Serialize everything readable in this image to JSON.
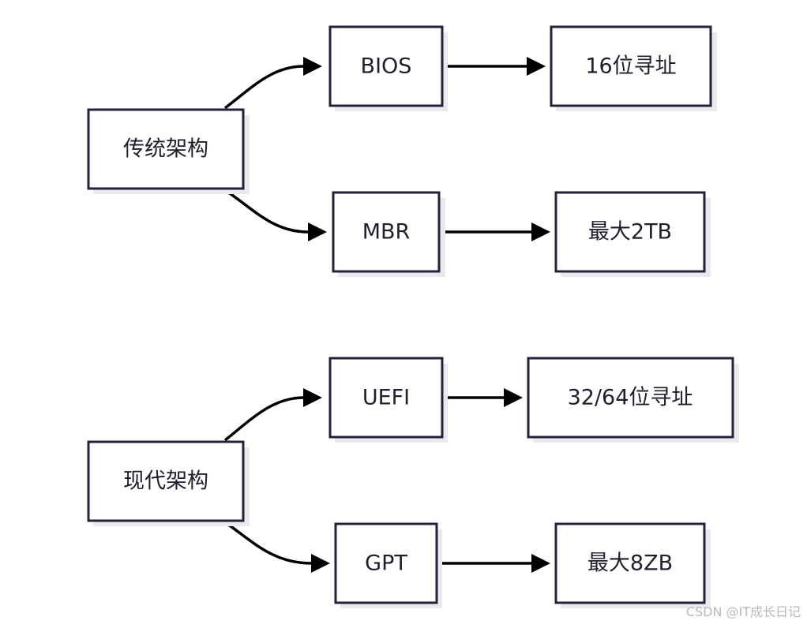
{
  "diagram": {
    "groups": [
      {
        "root": {
          "label": "传统架构"
        },
        "branches": [
          {
            "label": "BIOS",
            "result": "16位寻址"
          },
          {
            "label": "MBR",
            "result": "最大2TB"
          }
        ]
      },
      {
        "root": {
          "label": "现代架构"
        },
        "branches": [
          {
            "label": "UEFI",
            "result": "32/64位寻址"
          },
          {
            "label": "GPT",
            "result": "最大8ZB"
          }
        ]
      }
    ]
  },
  "watermark": "CSDN @IT成长日记"
}
